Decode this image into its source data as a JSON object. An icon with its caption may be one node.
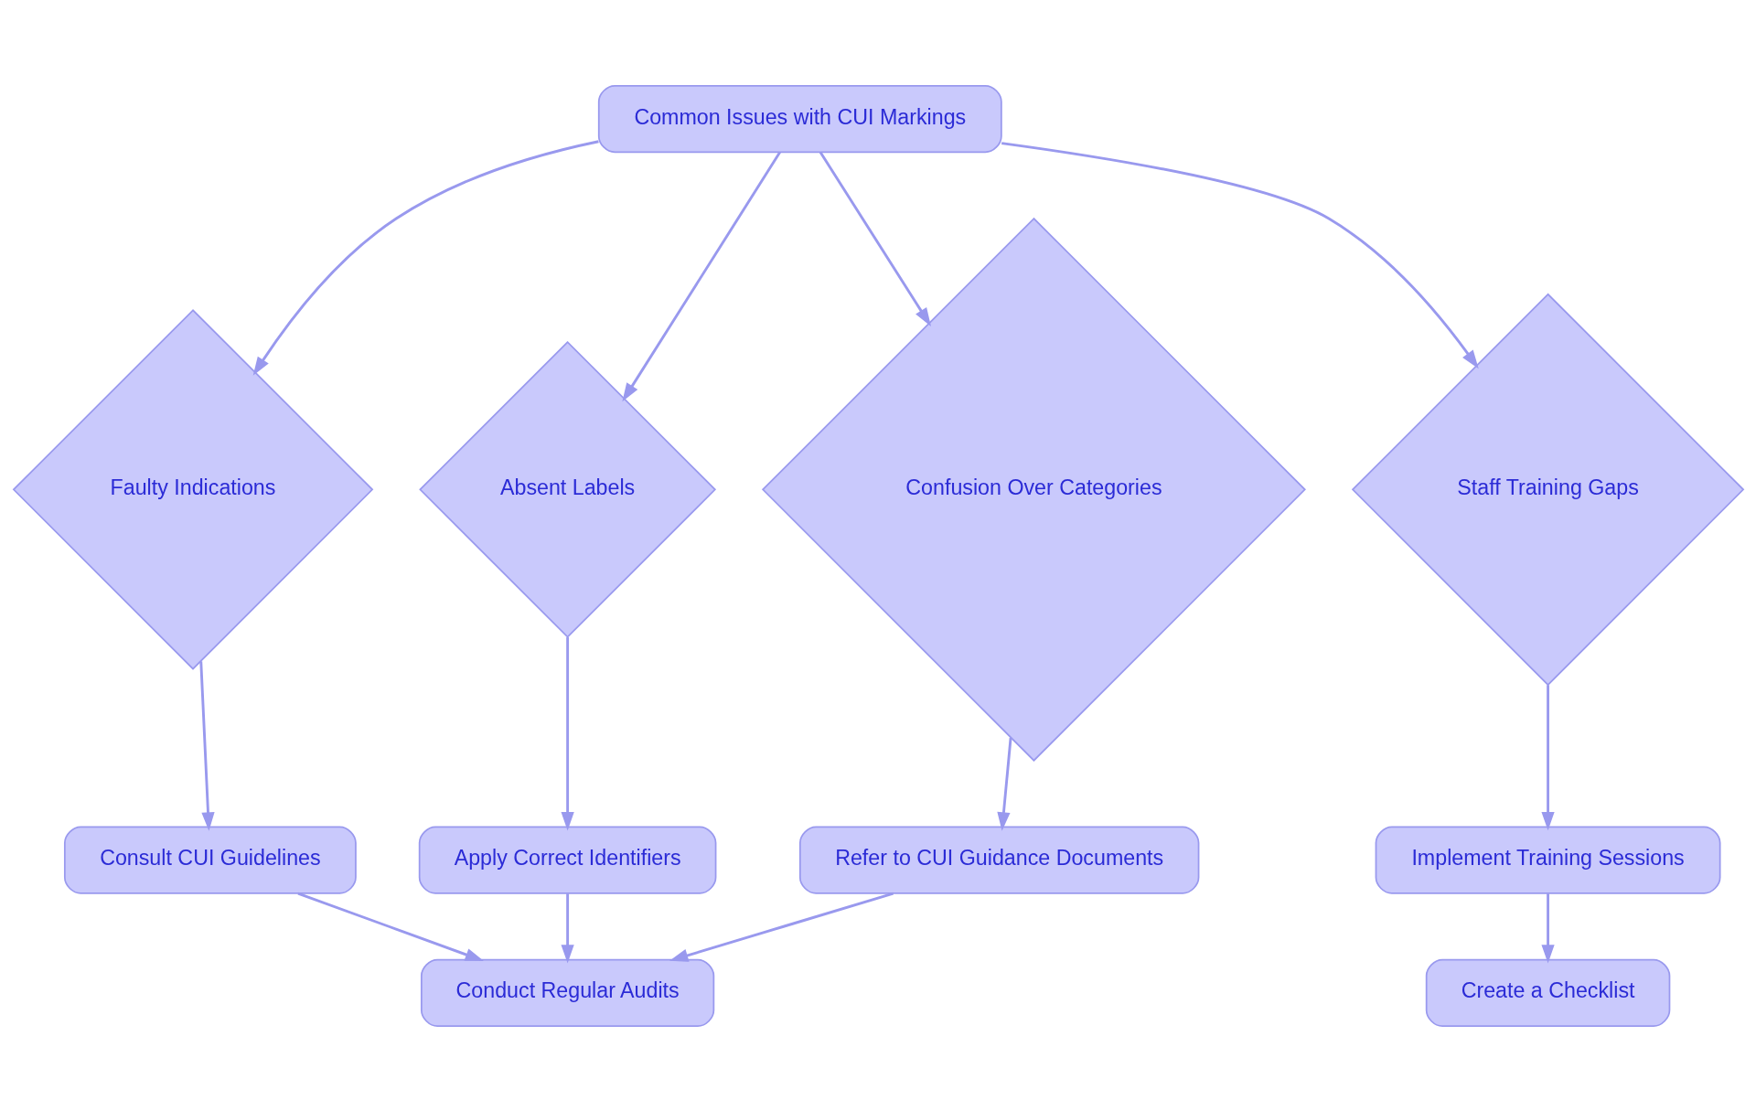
{
  "diagram": {
    "nodes": [
      {
        "text": [
          "Common Issues with CUI Markings"
        ]
      },
      {
        "text": [
          "Faulty Indications"
        ]
      },
      {
        "text": [
          "Absent Labels"
        ]
      },
      {
        "text": [
          "Confusion Over Categories"
        ]
      },
      {
        "text": [
          "Staff Training Gaps"
        ]
      },
      {
        "text": [
          "Consult CUI Guidelines"
        ]
      },
      {
        "text": [
          "Apply Correct Identifiers"
        ]
      },
      {
        "text": [
          "Refer to CUI Guidance Documents"
        ]
      },
      {
        "text": [
          "Implement Training Sessions"
        ]
      },
      {
        "text": [
          "Conduct Regular Audits"
        ]
      },
      {
        "text": [
          "Create a Checklist"
        ]
      }
    ],
    "edges": [
      {
        "from": 0,
        "to": 1,
        "arrow": "to"
      },
      {
        "from": 0,
        "to": 2,
        "arrow": "to"
      },
      {
        "from": 0,
        "to": 3,
        "arrow": "to"
      },
      {
        "from": 0,
        "to": 4,
        "arrow": "to"
      },
      {
        "from": 1,
        "to": 5,
        "arrow": "to"
      },
      {
        "from": 2,
        "to": 6,
        "arrow": "to"
      },
      {
        "from": 3,
        "to": 7,
        "arrow": "to"
      },
      {
        "from": 4,
        "to": 8,
        "arrow": "to"
      },
      {
        "from": 5,
        "to": 9,
        "arrow": "to"
      },
      {
        "from": 6,
        "to": 9,
        "arrow": "to"
      },
      {
        "from": 7,
        "to": 9,
        "arrow": "to"
      },
      {
        "from": 8,
        "to": 10,
        "arrow": "to"
      }
    ]
  }
}
